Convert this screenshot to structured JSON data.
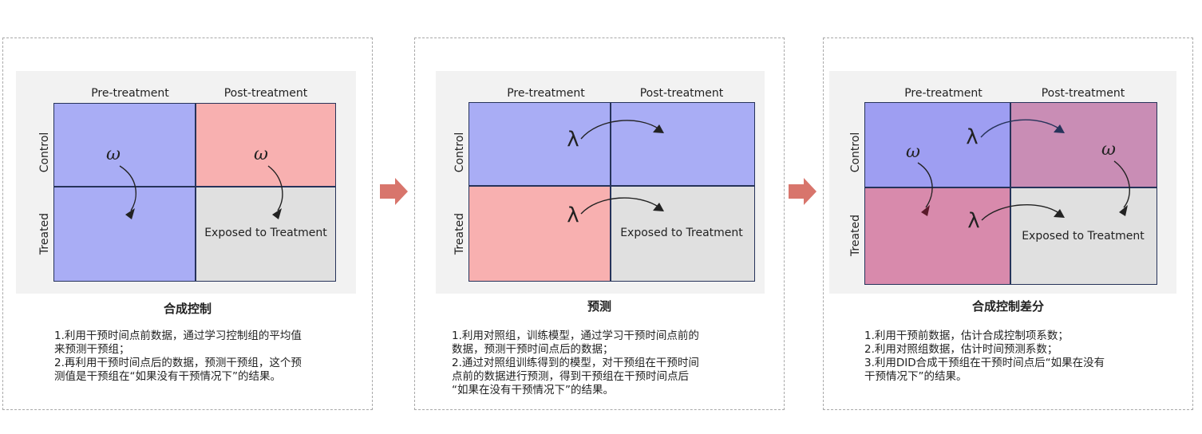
{
  "columns": {
    "pre": "Pre-treatment",
    "post": "Post-treatment"
  },
  "rows": {
    "control": "Control",
    "treated": "Treated"
  },
  "symbols": {
    "omega": "ω",
    "lambda": "λ"
  },
  "exposed_label": "Exposed to Treatment",
  "colors": {
    "control_blue": "#a9adf5",
    "control_blue_dark": "#9e9ef2",
    "pink": "#f8b0b0",
    "gray": "#e0e0e0",
    "mauve": "#c98db5",
    "magenta": "#d88aac",
    "arrow_red": "#d8756c",
    "border": "#26335a"
  },
  "panels": [
    {
      "title": "合成控制",
      "lines": [
        "1.利用干预时间点前数据，通过学习控制组的平均值",
        "来预测干预组；",
        "2.再利用干预时间点后的数据，预测干预组，这个预",
        "测值是干预组在“如果没有干预情况下”的结果。"
      ]
    },
    {
      "title": "预测",
      "lines": [
        "1.利用对照组，训练模型，通过学习干预时间点前的",
        "数据，预测干预时间点后的数据；",
        "2.通过对照组训练得到的模型，对干预组在干预时间",
        "点前的数据进行预测，得到干预组在干预时间点后",
        "“如果在没有干预情况下”的结果。"
      ]
    },
    {
      "title": "合成控制差分",
      "lines": [
        "1.利用干预前数据，估计合成控制项系数；",
        "2.利用对照组数据，估计时间预测系数；",
        "3.利用DID合成干预组在干预时间点后“如果在没有",
        "干预情况下”的结果。"
      ]
    }
  ]
}
